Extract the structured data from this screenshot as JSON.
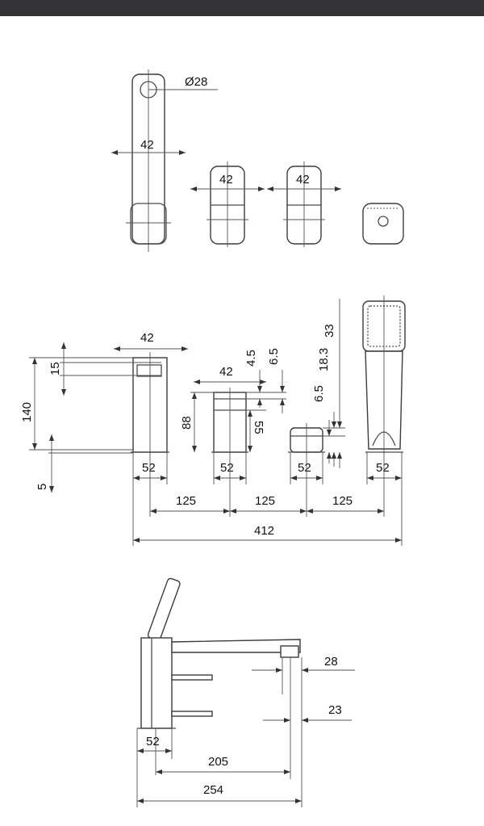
{
  "colors": {
    "top_bar": "#333335",
    "line": "#4a4a4a",
    "text": "#111111"
  },
  "top_view": {
    "spout_diameter": "Ø28",
    "spout_width": "42",
    "handle1_width": "42",
    "handle2_width": "42"
  },
  "front_view": {
    "spout_width": "42",
    "spout_thickness": "15",
    "spout_height": "140",
    "spout_base": "5",
    "handle_width": "42",
    "handle_gap1": "4.5",
    "handle_gap2": "6.5",
    "handle_height": "88",
    "handle_lower": "55",
    "diverter_top": "33",
    "diverter_mid": "18.3",
    "diverter_low": "6.5",
    "base_widths": [
      "52",
      "52",
      "52",
      "52"
    ],
    "spacing": [
      "125",
      "125",
      "125"
    ],
    "overall_width": "412"
  },
  "side_view": {
    "outlet_diameter": "28",
    "outlet_offset": "23",
    "base_width": "52",
    "reach": "205",
    "overall_depth": "254"
  }
}
